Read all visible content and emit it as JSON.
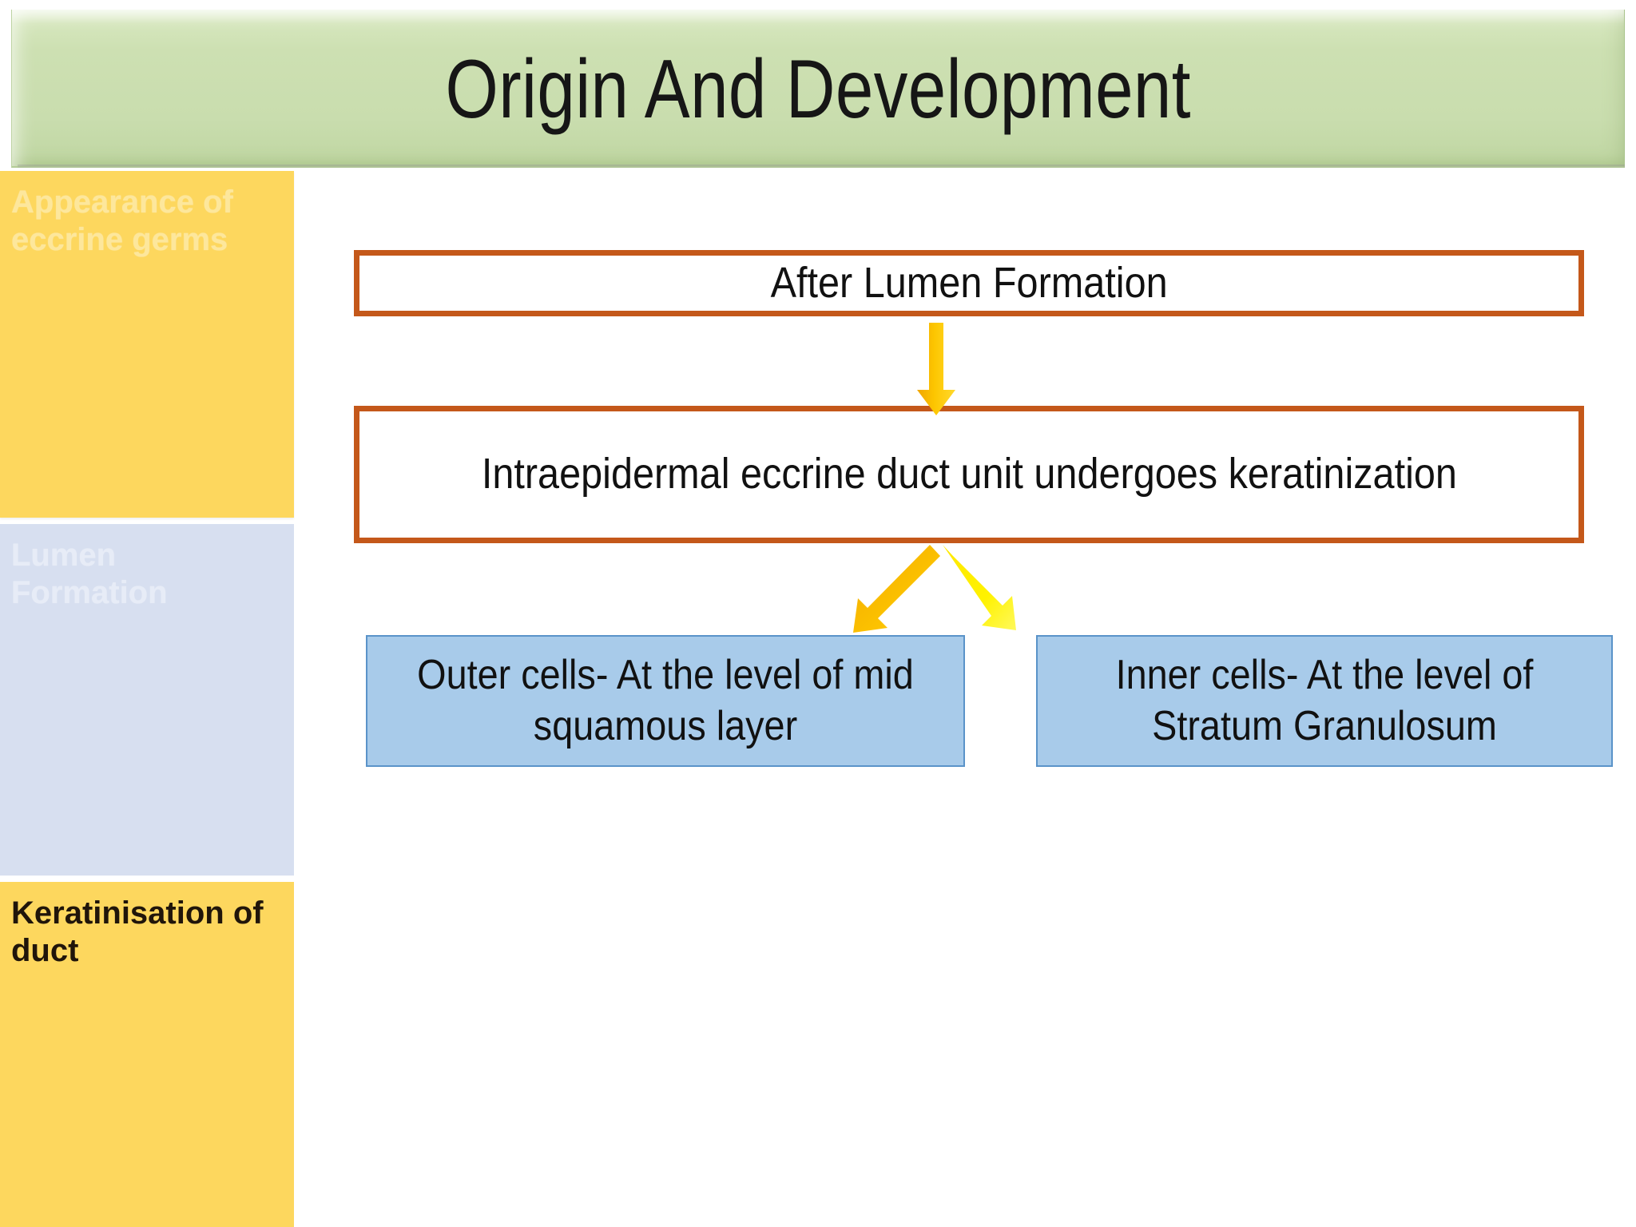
{
  "slide": {
    "title": "Origin And Development",
    "background_color": "#ffffff",
    "banner_color": "#cbdfae"
  },
  "sidebar": {
    "items": [
      {
        "label": "Appearance of eccrine germs",
        "state": "inactive",
        "bg_color": "#fdd75e",
        "text_color": "#fde79c"
      },
      {
        "label": "Lumen Formation",
        "state": "inactive",
        "bg_color": "#d7dff0",
        "text_color": "#e7ecf7"
      },
      {
        "label": "Keratinisation of duct",
        "state": "active",
        "bg_color": "#fdd75e",
        "text_color": "#20150a"
      }
    ]
  },
  "flow": {
    "boxes": [
      {
        "id": "after-lumen",
        "text": "After Lumen Formation",
        "border_color": "#c4581a",
        "fill_color": "#ffffff"
      },
      {
        "id": "keratinization",
        "text": "Intraepidermal eccrine duct unit undergoes keratinization",
        "border_color": "#c4581a",
        "fill_color": "#ffffff"
      },
      {
        "id": "outer-cells",
        "text": "Outer cells- At the level of mid squamous layer",
        "border_color": "#5a93c9",
        "fill_color": "#a8cbea"
      },
      {
        "id": "inner-cells",
        "text": "Inner cells- At the level of Stratum Granulosum",
        "border_color": "#5a93c9",
        "fill_color": "#a8cbea"
      }
    ],
    "arrows": [
      {
        "id": "arrow-down-main",
        "from": "after-lumen",
        "to": "keratinization",
        "color": "#fcc40a",
        "direction": "down"
      },
      {
        "id": "arrow-branch-left",
        "from": "keratinization",
        "to": "outer-cells",
        "color": "#f5a800",
        "direction": "down-left"
      },
      {
        "id": "arrow-branch-right",
        "from": "keratinization",
        "to": "inner-cells",
        "color": "#fff200",
        "direction": "down-right"
      }
    ]
  }
}
